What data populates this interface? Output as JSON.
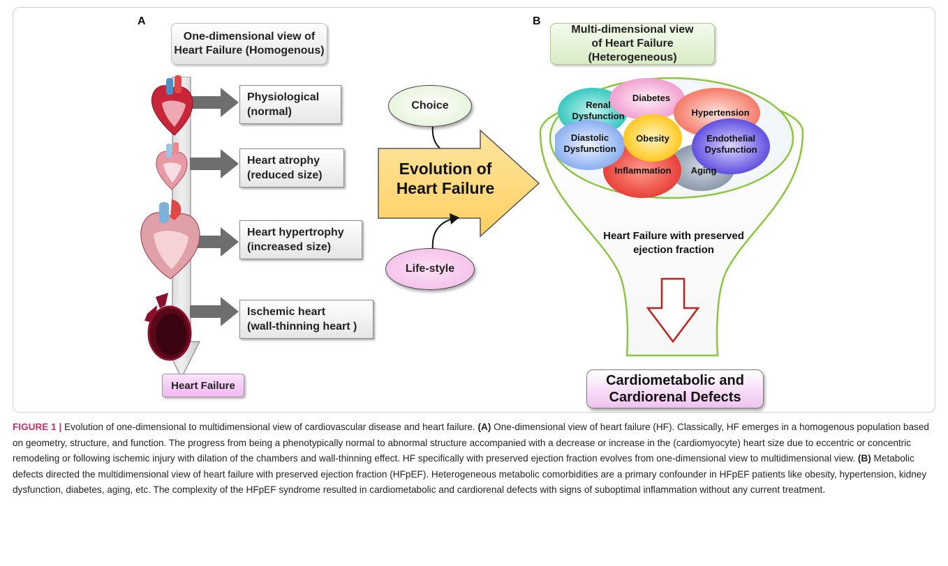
{
  "panel_a": {
    "letter": "A",
    "title_line1": "One-dimensional view of",
    "title_line2": "Heart Failure (Homogenous)",
    "stages": [
      {
        "line1": "Physiological",
        "line2": "(normal)"
      },
      {
        "line1": "Heart atrophy",
        "line2": "(reduced size)"
      },
      {
        "line1": "Heart hypertrophy",
        "line2": "(increased size)"
      },
      {
        "line1": "Ischemic heart",
        "line2": "(wall-thinning heart )"
      }
    ],
    "endpoint": "Heart Failure"
  },
  "middle": {
    "choice": "Choice",
    "lifestyle": "Life-style",
    "arrow_line1": "Evolution of",
    "arrow_line2": "Heart Failure"
  },
  "panel_b": {
    "letter": "B",
    "title_line1": "Multi-dimensional view",
    "title_line2": "of Heart Failure (Heterogeneous)",
    "comorbidities": {
      "renal_line1": "Renal",
      "renal_line2": "Dysfunction",
      "diabetes": "Diabetes",
      "hypertension": "Hypertension",
      "diastolic_line1": "Diastolic",
      "diastolic_line2": "Dysfunction",
      "obesity": "Obesity",
      "endothelial_line1": "Endothelial",
      "endothelial_line2": "Dysfunction",
      "inflammation": "Inflammation",
      "aging": "Aging"
    },
    "funnel_text_line1": "Heart Failure with preserved",
    "funnel_text_line2": "ejection fraction",
    "outcome_line1": "Cardiometabolic and",
    "outcome_line2": "Cardiorenal Defects"
  },
  "caption": {
    "label": "FIGURE 1 |",
    "t1": " Evolution of one-dimensional to multidimensional view of cardiovascular disease and heart failure. ",
    "a": "(A)",
    "t2": " One-dimensional view of heart failure (HF). Classically, HF emerges in a homogenous population based on geometry, structure, and function. The progress from being a phenotypically normal to abnormal structure accompanied with a decrease or increase in the (cardiomyocyte) heart size due to eccentric or concentric remodeling or following ischemic injury with dilation of the chambers and wall-thinning effect. HF specifically with preserved ejection fraction evolves from one-dimensional view to multidimensional view. ",
    "b": "(B)",
    "t3": " Metabolic defects directed the multidimensional view of heart failure with preserved ejection fraction (HFpEF). Heterogeneous metabolic comorbidities are a primary confounder in HFpEF patients like obesity, hypertension, kidney dysfunction, diabetes, aging, etc. The complexity of the HFpEF syndrome resulted in cardiometabolic and cardiorenal defects with signs of suboptimal inflammation without any current treatment."
  },
  "colors": {
    "arrow_fill": "#ffd877",
    "choice_fill": "#e9f5dc",
    "lifestyle_fill": "#f8c6ec",
    "funnel_stroke": "#8cc63f",
    "outcome_fill": "#f3c6f3",
    "down_arrow": "#c0201e"
  }
}
